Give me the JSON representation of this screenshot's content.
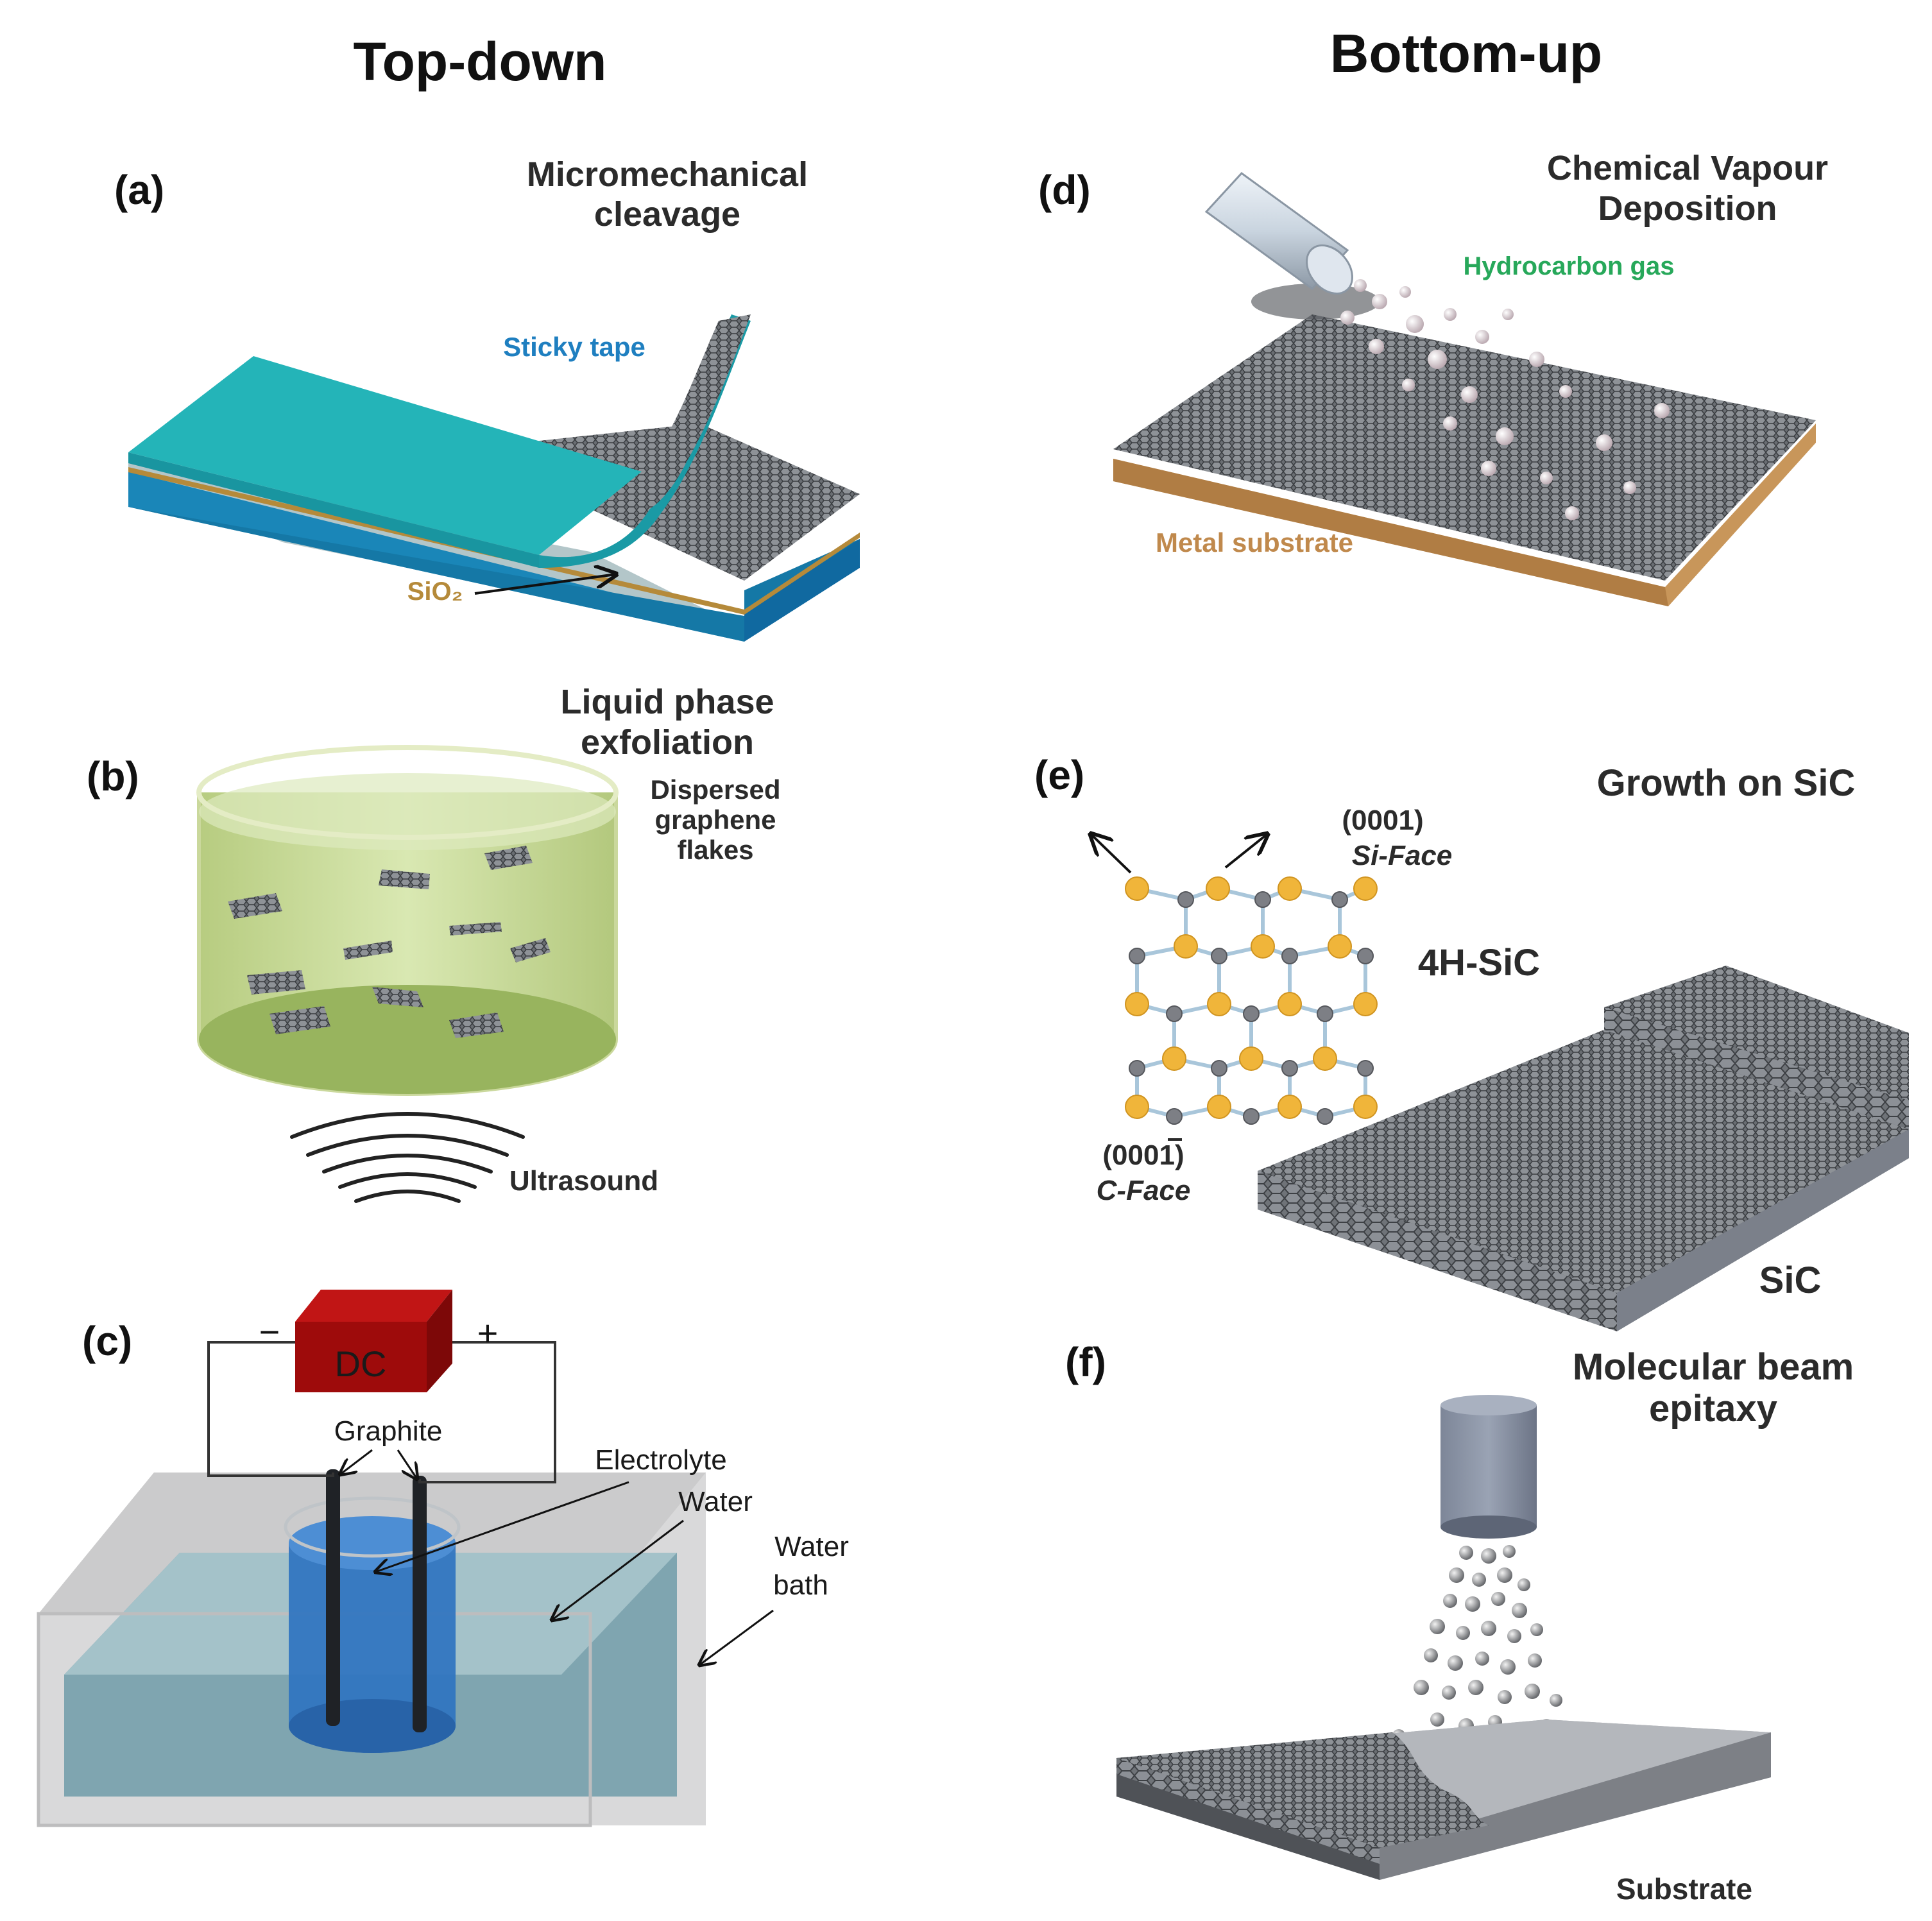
{
  "headers": {
    "left": "Top-down",
    "right": "Bottom-up"
  },
  "colors": {
    "tape": "#1fa9ad",
    "tape_side": "#1a86b8",
    "sio2": "#b58a3a",
    "graphene": "#6f7378",
    "liquid": "#c7d99a",
    "beaker_rim": "#e4ecc5",
    "dc_box": "#9e0b0b",
    "electrolyte": "#2f74c0",
    "water": "#7fa5b0",
    "metal_substrate": "#c8965a",
    "si_atom": "#f0b53a",
    "c_atom": "#7d7f85",
    "hydrocarbon_label": "#27a85a",
    "sticky_label": "#1f7fc0",
    "sio2_label": "#b58a3a",
    "metal_label": "#c0894c"
  },
  "panels": {
    "a": {
      "tag": "(a)",
      "title_line1": "Micromechanical",
      "title_line2": "cleavage",
      "tape_label": "Sticky tape",
      "sio2_label": "SiO₂"
    },
    "b": {
      "tag": "(b)",
      "title_line1": "Liquid phase",
      "title_line2": "exfoliation",
      "flakes_line1": "Dispersed",
      "flakes_line2": "graphene",
      "flakes_line3": "flakes",
      "sound_label": "Ultrasound"
    },
    "c": {
      "tag": "(c)",
      "dc_label": "DC",
      "minus": "−",
      "plus": "+",
      "graphite_label": "Graphite",
      "electrolyte_label": "Electrolyte",
      "water_label": "Water",
      "bath_line1": "Water",
      "bath_line2": "bath"
    },
    "d": {
      "tag": "(d)",
      "title_line1": "Chemical Vapour",
      "title_line2": "Deposition",
      "gas_label": "Hydrocarbon gas",
      "substrate_label": "Metal substrate"
    },
    "e": {
      "tag": "(e)",
      "title": "Growth on SiC",
      "si_face_index": "(0001)",
      "si_face_name": "Si-Face",
      "polytype": "4H-SiC",
      "c_face_index": "(0001)",
      "c_face_name": "C-Face",
      "sic_label": "SiC"
    },
    "f": {
      "tag": "(f)",
      "title_line1": "Molecular beam",
      "title_line2": "epitaxy",
      "substrate_label": "Substrate"
    }
  }
}
